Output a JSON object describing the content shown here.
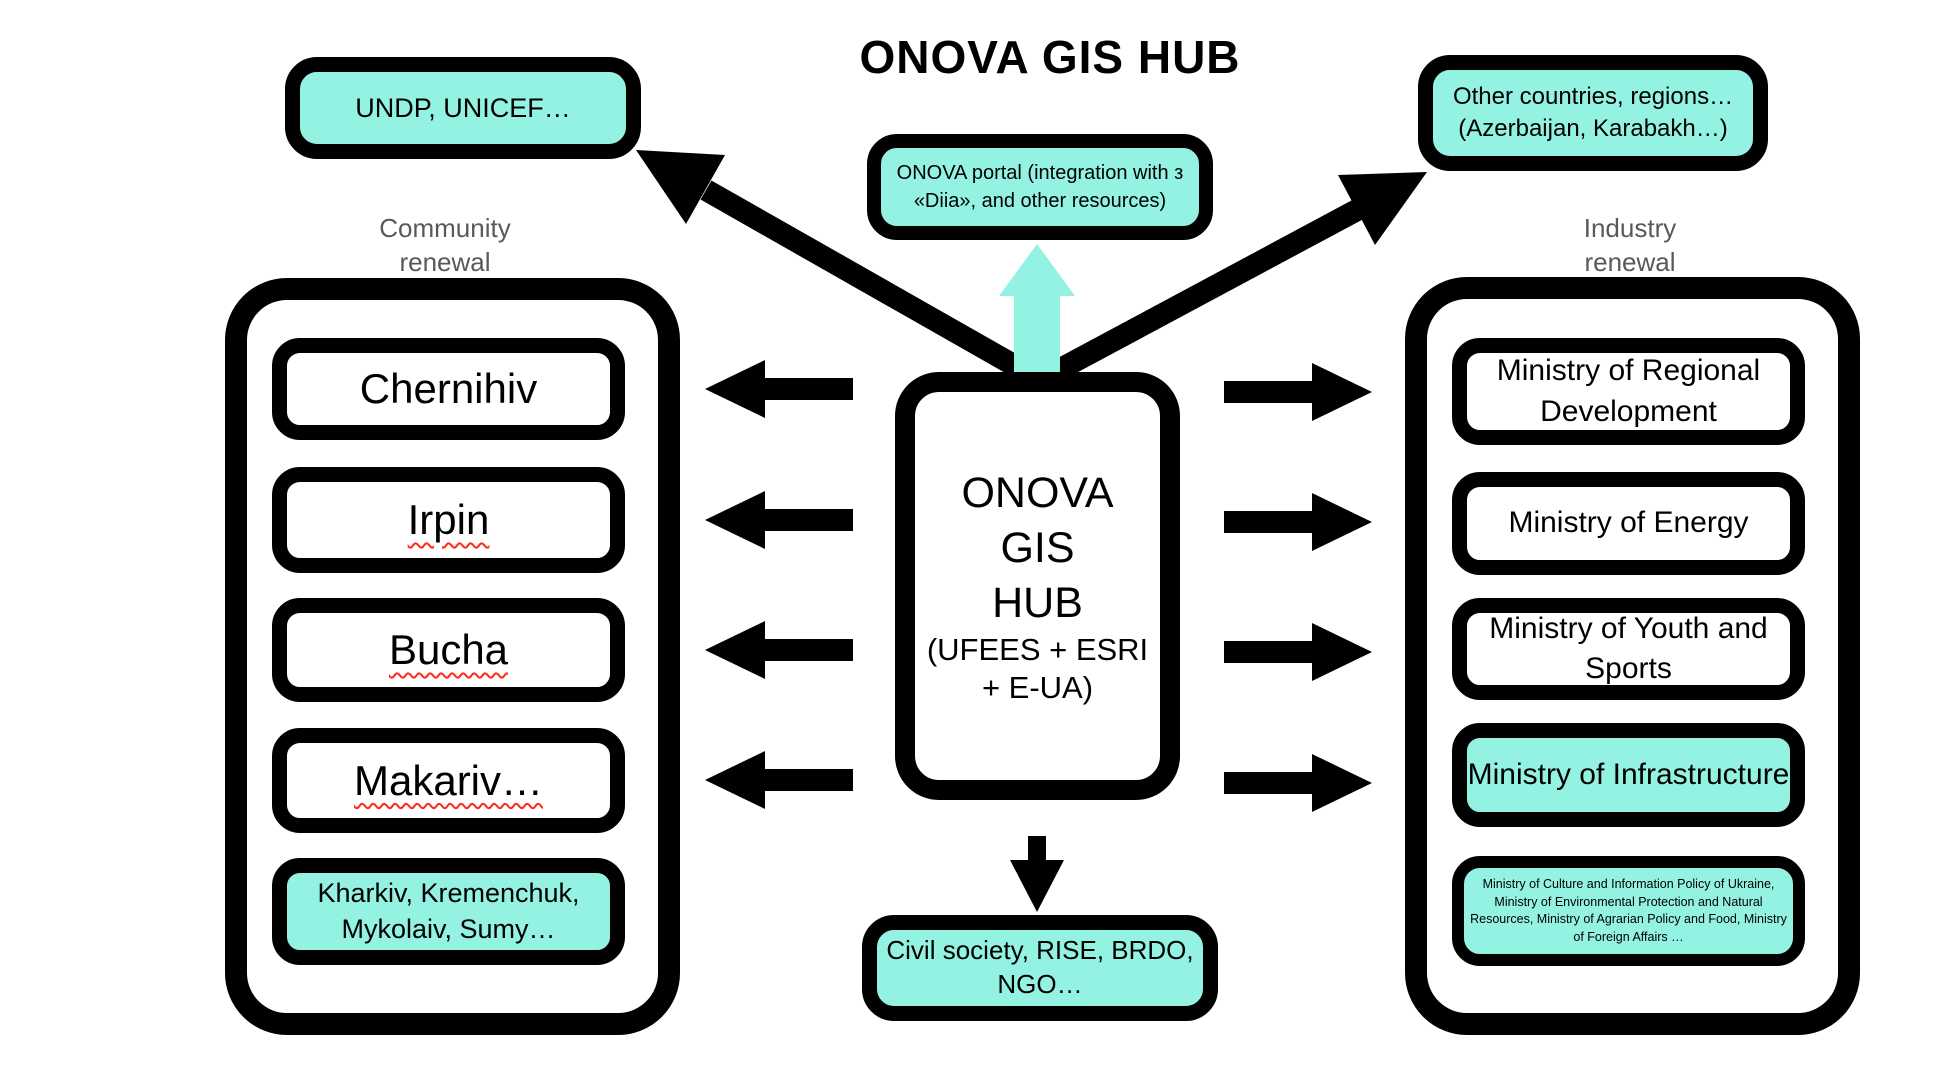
{
  "title": "ONOVA GIS HUB",
  "colors": {
    "accent_teal": "#93F2E2",
    "outline_black": "#000000",
    "label_gray": "#595959",
    "spellcheck_red": "#FF2A1A"
  },
  "partners_box": {
    "label": "UNDP, UNICEF…"
  },
  "regions_box": {
    "line1": "Other countries, regions…",
    "line2": "(Azerbaijan, Karabakh…)"
  },
  "portal_box": {
    "line1": "ONOVA portal (integration with з",
    "line2": "«Diia», and other resources)"
  },
  "community_group": {
    "label_line1": "Community",
    "label_line2": "renewal",
    "items": [
      {
        "label": "Chernihiv"
      },
      {
        "label": "Irpin"
      },
      {
        "label": "Bucha"
      },
      {
        "label": "Makariv…"
      },
      {
        "label": "Kharkiv, Kremenchuk, Mykolaiv, Sumy…"
      }
    ]
  },
  "hub_box": {
    "lines": [
      "ONOVA",
      "GIS",
      "HUB"
    ],
    "sub_lines": [
      "(UFEES + ESRI",
      "+ E-UA)"
    ]
  },
  "industry_group": {
    "label_line1": "Industry",
    "label_line2": "renewal",
    "items": [
      {
        "label": "Ministry of Regional Development"
      },
      {
        "label": "Ministry of Energy"
      },
      {
        "label": "Ministry of Youth and Sports"
      },
      {
        "label": "Ministry of Infrastructure"
      },
      {
        "label": "Ministry of Culture and Information Policy of Ukraine, Ministry of Environmental Protection and Natural Resources, Ministry of Agrarian Policy and Food, Ministry of Foreign Affairs …"
      }
    ]
  },
  "civil_box": {
    "line1": "Civil society, RISE, BRDO,",
    "line2": "NGO…"
  }
}
